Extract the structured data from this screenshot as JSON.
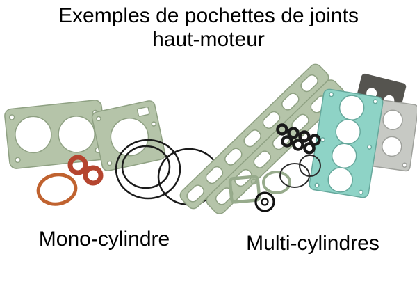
{
  "title": {
    "line1": "Exemples de pochettes de joints",
    "line2": "haut-moteur"
  },
  "captions": {
    "mono": "Mono-cylindre",
    "multi": "Multi-cylindres"
  },
  "colors": {
    "background": "#ffffff",
    "text": "#000000",
    "gasket_green": "#b5c4a9",
    "gasket_green_stroke": "#8fa183",
    "gasket_teal": "#8ed3c6",
    "gasket_teal_stroke": "#66a89c",
    "oring_red": "#b5452f",
    "oring_orange": "#c0622f",
    "outline_black": "#1a1a1a",
    "gray_light": "#c7c9c4",
    "gray_dark": "#55544f"
  }
}
